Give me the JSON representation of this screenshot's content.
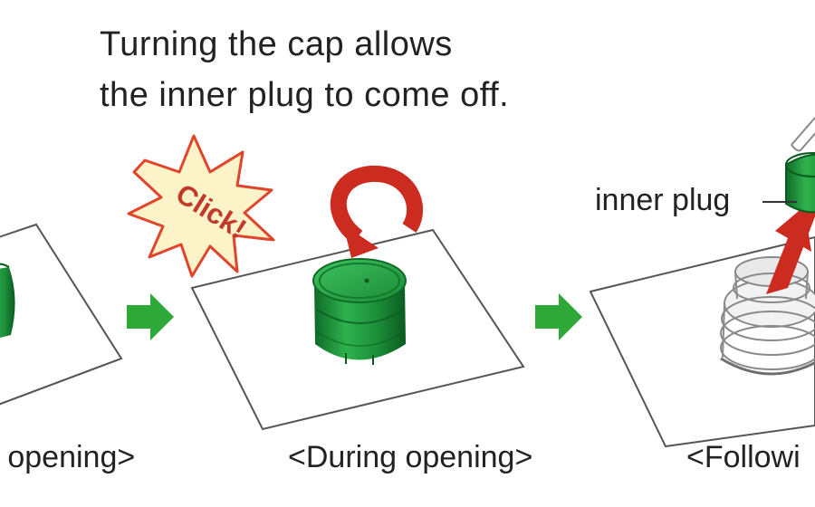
{
  "heading": {
    "line1": "Turning the cap allows",
    "line2": "the inner plug to come off."
  },
  "stages": [
    {
      "caption": "o opening>"
    },
    {
      "caption": "<During opening>"
    },
    {
      "caption": "<Followi"
    }
  ],
  "burst_text": "Click!",
  "inner_plug_label": "inner plug",
  "colors": {
    "cap_green": "#1f9a3c",
    "arrow_green": "#2fa83a",
    "rotation_red": "#cc2b1f",
    "burst_fill": "#fdf3c8",
    "burst_stroke": "#e0452b",
    "burst_text": "#c0392b"
  }
}
